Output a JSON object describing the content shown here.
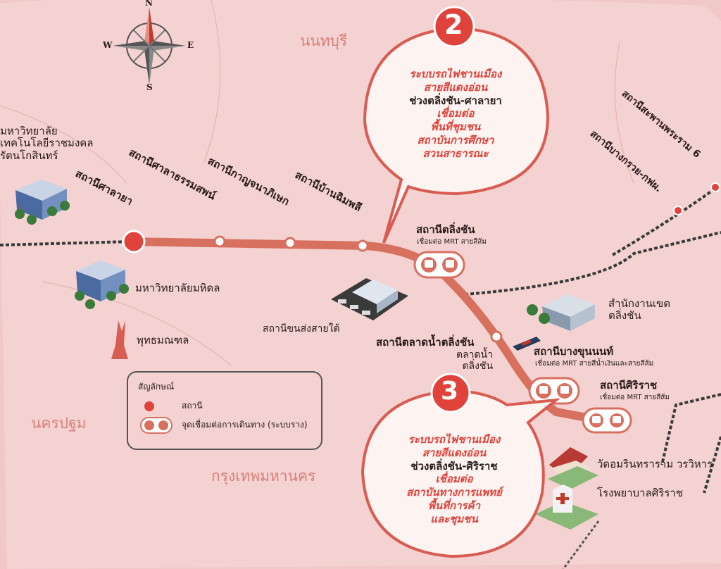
{
  "compass": {
    "n": "N",
    "s": "S",
    "e": "E",
    "w": "W"
  },
  "provinces": {
    "nonthaburi": "นนทบุรี",
    "nakhon_pathom": "นครปฐม",
    "bangkok": "กรุงเทพมหานคร"
  },
  "stations": {
    "salaya": "สถานีศาลายา",
    "sala_thammasop": "สถานีศาลาธรรมสพน์",
    "kanchanaphisek": "สถานีกาญจนาภิเษก",
    "ban_chimphli": "สถานีบ้านฉิมพลี",
    "taling_chan": "สถานีตลิ่งชัน",
    "taling_chan_sub": "เชื่อมต่อ MRT สายสีส้ม",
    "talat_nam_taling_chan": "สถานีตลาดน้ำตลิ่งชัน",
    "bang_khun_non": "สถานีบางขุนนนท์",
    "bang_khun_non_sub": "เชื่อมต่อ MRT สายสีน้ำเงินและสายสีส้ม",
    "siriraj": "สถานีศิริราช",
    "siriraj_sub": "เชื่อมต่อ MRT สายสีส้ม",
    "saphan_phra_ram_6": "สถานีสะพานพระราม 6",
    "bang_kruai": "สถานีบางกรวย-กฟผ."
  },
  "places": {
    "rmutr": [
      "มหาวิทยาลัย",
      "เทคโนโลยีราชมงคล",
      "รัตนโกสินทร์"
    ],
    "mahidol": "มหาวิทยาลัยมหิดล",
    "phutthamonthon": "พุทธมณฑล",
    "southern_bus_terminal": "สถานีขนส่งสายใต้",
    "taling_chan_office": [
      "สำนักงานเขต",
      "ตลิ่งชัน"
    ],
    "floating_market": [
      "ตลาดน้ำ",
      "ตลิ่งชัน"
    ],
    "wat_amarin": "วัดอมรินทราราม วรวิหาร",
    "siriraj_hospital": "โรงพยาบาลศิริราช"
  },
  "bubble2": {
    "number": "2",
    "lines": [
      {
        "text": "ระบบรถไฟชานเมือง",
        "style": "red"
      },
      {
        "text": "สายสีแดงอ่อน",
        "style": "red"
      },
      {
        "text": "ช่วงตลิ่งชัน-ศาลายา",
        "style": "dark"
      },
      {
        "text": "เชื่อมต่อ",
        "style": "red"
      },
      {
        "text": "พื้นที่ชุมชน",
        "style": "red"
      },
      {
        "text": "สถาบันการศึกษา",
        "style": "red"
      },
      {
        "text": "สวนสาธารณะ",
        "style": "red"
      }
    ]
  },
  "bubble3": {
    "number": "3",
    "lines": [
      {
        "text": "ระบบรถไฟชานเมือง",
        "style": "red"
      },
      {
        "text": "สายสีแดงอ่อน",
        "style": "red"
      },
      {
        "text": "ช่วงตลิ่งชัน-ศิริราช",
        "style": "dark"
      },
      {
        "text": "เชื่อมต่อ",
        "style": "red"
      },
      {
        "text": "สถาบันทางการแพทย์",
        "style": "red"
      },
      {
        "text": "พื้นที่การค้า",
        "style": "red"
      },
      {
        "text": "และชุมชน",
        "style": "red"
      }
    ]
  },
  "legend": {
    "title": "สัญลักษณ์",
    "station": "สถานี",
    "interchange": "จุดเชื่อมต่อการเดินทาง (ระบบราง)"
  },
  "colors": {
    "background": "#f1cccb",
    "line": "#d7705f",
    "rail": "#3a3a3a",
    "accent": "#e0423c",
    "province_text": "#d97f7a"
  }
}
